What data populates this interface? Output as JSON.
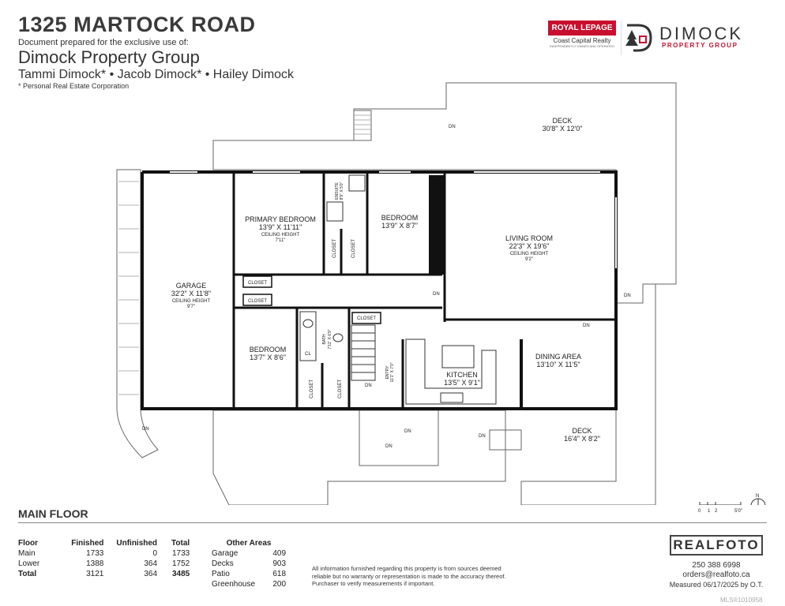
{
  "header": {
    "address": "1325 MARTOCK ROAD",
    "prepared_for": "Document prepared for the exclusive use of:",
    "group": "Dimock Property Group",
    "agents": "Tammi Dimock* • Jacob Dimock* • Hailey Dimock",
    "footnote": "* Personal Real Estate Corporation"
  },
  "logos": {
    "royal_lepage": "ROYAL LEPAGE",
    "royal_lepage_sub": "Coast Capital Realty",
    "royal_lepage_tag": "INDEPENDENTLY OWNED AND OPERATED",
    "dimock": "DIMOCK",
    "dimock_sub": "PROPERTY GROUP",
    "brand_red": "#c8102e"
  },
  "floorplan": {
    "rooms": {
      "deck_top": {
        "name": "DECK",
        "dims": "30'8\" X 12'0\""
      },
      "garage": {
        "name": "GARAGE",
        "dims": "32'2\" X 11'8\"",
        "ceiling": "CEILING HEIGHT",
        "ceiling_val": "9'7\""
      },
      "primary": {
        "name": "PRIMARY BEDROOM",
        "dims": "13'9\" X 11'11\"",
        "ceiling": "CEILING HEIGHT",
        "ceiling_val": "7'11\""
      },
      "bedroom2": {
        "name": "BEDROOM",
        "dims": "13'9\" X 8'7\""
      },
      "living": {
        "name": "LIVING ROOM",
        "dims": "22'3\" X 19'6\"",
        "ceiling": "CEILING HEIGHT",
        "ceiling_val": "9'2\""
      },
      "bedroom3": {
        "name": "BEDROOM",
        "dims": "13'7\" X 8'6\""
      },
      "dining": {
        "name": "DINING AREA",
        "dims": "13'10\" X 11'5\""
      },
      "kitchen": {
        "name": "KITCHEN",
        "dims": "13'5\" X 9'1\""
      },
      "deck_bottom": {
        "name": "DECK",
        "dims": "16'4\" X 8'2\""
      },
      "bath": {
        "name": "BATH",
        "dims": "7'11\" X 6'9\""
      },
      "ensuite": {
        "name": "ENSUITE",
        "dims": "8'9\" X 5'0\""
      },
      "entry": {
        "name": "ENTRY",
        "dims": "11'1\" X 7'0\""
      }
    },
    "labels": {
      "closet": "CLOSET",
      "cl": "CL",
      "dn": "DN"
    },
    "scale": {
      "ticks": [
        "0",
        "1",
        "2",
        "5'0\""
      ],
      "north": "N"
    }
  },
  "floor_label": "MAIN FLOOR",
  "areas": {
    "headers": [
      "Floor",
      "Finished",
      "Unfinished",
      "Total"
    ],
    "rows": [
      [
        "Main",
        "1733",
        "0",
        "1733"
      ],
      [
        "Lower",
        "1388",
        "364",
        "1752"
      ],
      [
        "Total",
        "3121",
        "364",
        "3485"
      ]
    ]
  },
  "other_areas": {
    "header": "Other Areas",
    "rows": [
      [
        "Garage",
        "409"
      ],
      [
        "Decks",
        "903"
      ],
      [
        "Patio",
        "618"
      ],
      [
        "Greenhouse",
        "200"
      ]
    ]
  },
  "disclaimer": "All information furnished regarding this property is from sources deemed reliable but no warranty or representation is made to the accuracy thereof. Purchaser to verify measurements if important.",
  "realfoto": {
    "brand": "REALFOTO",
    "phone": "250 388 6998",
    "email": "orders@realfoto.ca",
    "measured": "Measured 06/17/2025 by O.T."
  },
  "mls": "MLS®1010958"
}
